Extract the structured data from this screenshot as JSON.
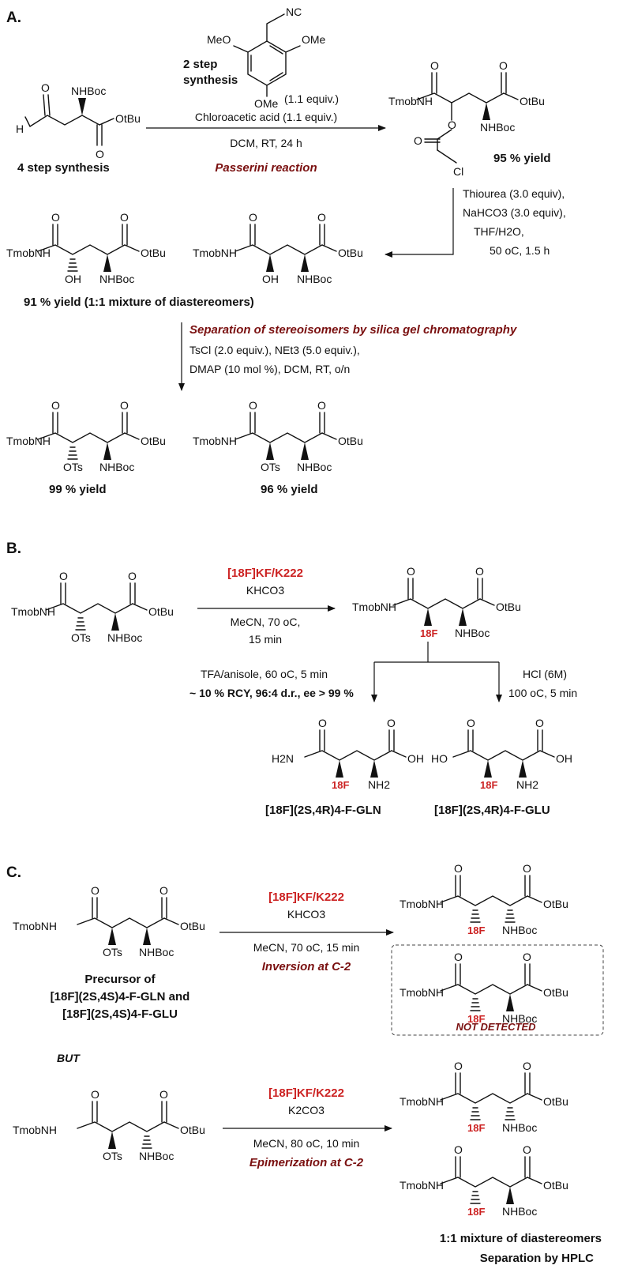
{
  "sections": {
    "a": "A.",
    "b": "B.",
    "c": "C."
  },
  "groups": {
    "tmobnh": "TmobNH",
    "otbu": "OtBu",
    "nhboc": "NHBoc",
    "oh": "OH",
    "ots": "OTs",
    "o": "O",
    "h": "H",
    "cl": "Cl",
    "nc": "NC",
    "meo": "MeO",
    "ome": "OMe",
    "h2n": "H2N",
    "nh2": "NH2",
    "ho": "HO",
    "f18": "18F"
  },
  "panel_a": {
    "four_step": "4 step synthesis",
    "two_step_l1": "2 step",
    "two_step_l2": "synthesis",
    "reagent_equiv": "(1.1 equiv.)",
    "cond1": "Chloroacetic acid (1.1 equiv.)",
    "cond2": "DCM, RT, 24 h",
    "reaction_name": "Passerini reaction",
    "yield1": "95 % yield",
    "thiourea": "Thiourea (3.0 equiv),",
    "nahco3": "NaHCO3 (3.0 equiv),",
    "thf": "THF/H2O,",
    "temp": "50 oC, 1.5 h",
    "yield2": "91 % yield  (1:1 mixture of diastereomers)",
    "separation": "Separation of stereoisomers by silica gel chromatography",
    "tscl": "TsCl (2.0 equiv.), NEt3 (5.0 equiv.),",
    "dmap": "DMAP (10 mol %), DCM, RT, o/n",
    "yield3": "99 % yield",
    "yield4": "96 % yield"
  },
  "panel_b": {
    "kf": "[18F]KF/K222",
    "khco3": "KHCO3",
    "mecn": "MeCN, 70 oC,",
    "time": "15 min",
    "tfa": "TFA/anisole, 60 oC, 5 min",
    "rcy": "~ 10 % RCY, 96:4 d.r., ee > 99 %",
    "hcl": "HCl (6M)",
    "hcl_cond": "100 oC, 5 min",
    "gln_name": "[18F](2S,4R)4-F-GLN",
    "glu_name": "[18F](2S,4R)4-F-GLU"
  },
  "panel_c": {
    "kf": "[18F]KF/K222",
    "khco3": "KHCO3",
    "mecn1": "MeCN, 70 oC, 15 min",
    "inversion": "Inversion at C-2",
    "precursor1": "Precursor of",
    "precursor2": "[18F](2S,4S)4-F-GLN and",
    "precursor3": "[18F](2S,4S)4-F-GLU",
    "not_detected": "NOT DETECTED",
    "but": "BUT",
    "k2co3": "K2CO3",
    "mecn2": "MeCN, 80 oC, 10 min",
    "epimerization": "Epimerization at C-2",
    "mixture": "1:1 mixture of diastereomers",
    "hplc": "Separation by HPLC"
  }
}
